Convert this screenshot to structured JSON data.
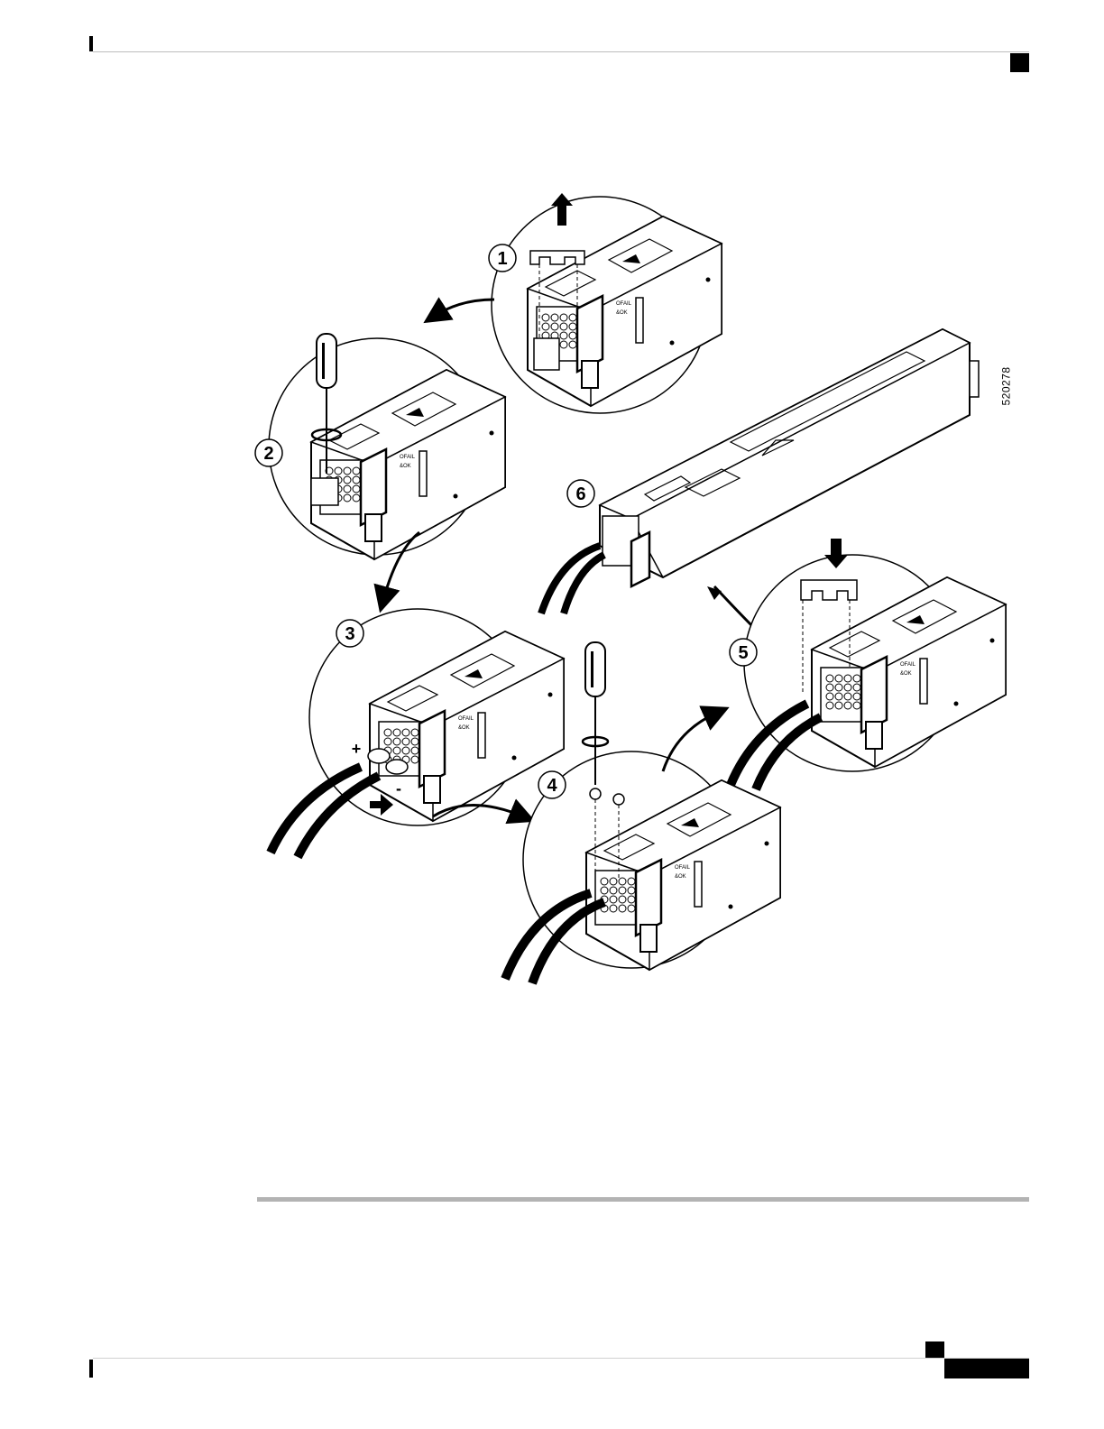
{
  "figure": {
    "id_label": "520278",
    "steps": [
      "1",
      "2",
      "3",
      "4",
      "5",
      "6"
    ],
    "polarity": {
      "positive": "+",
      "negative": "-"
    }
  }
}
